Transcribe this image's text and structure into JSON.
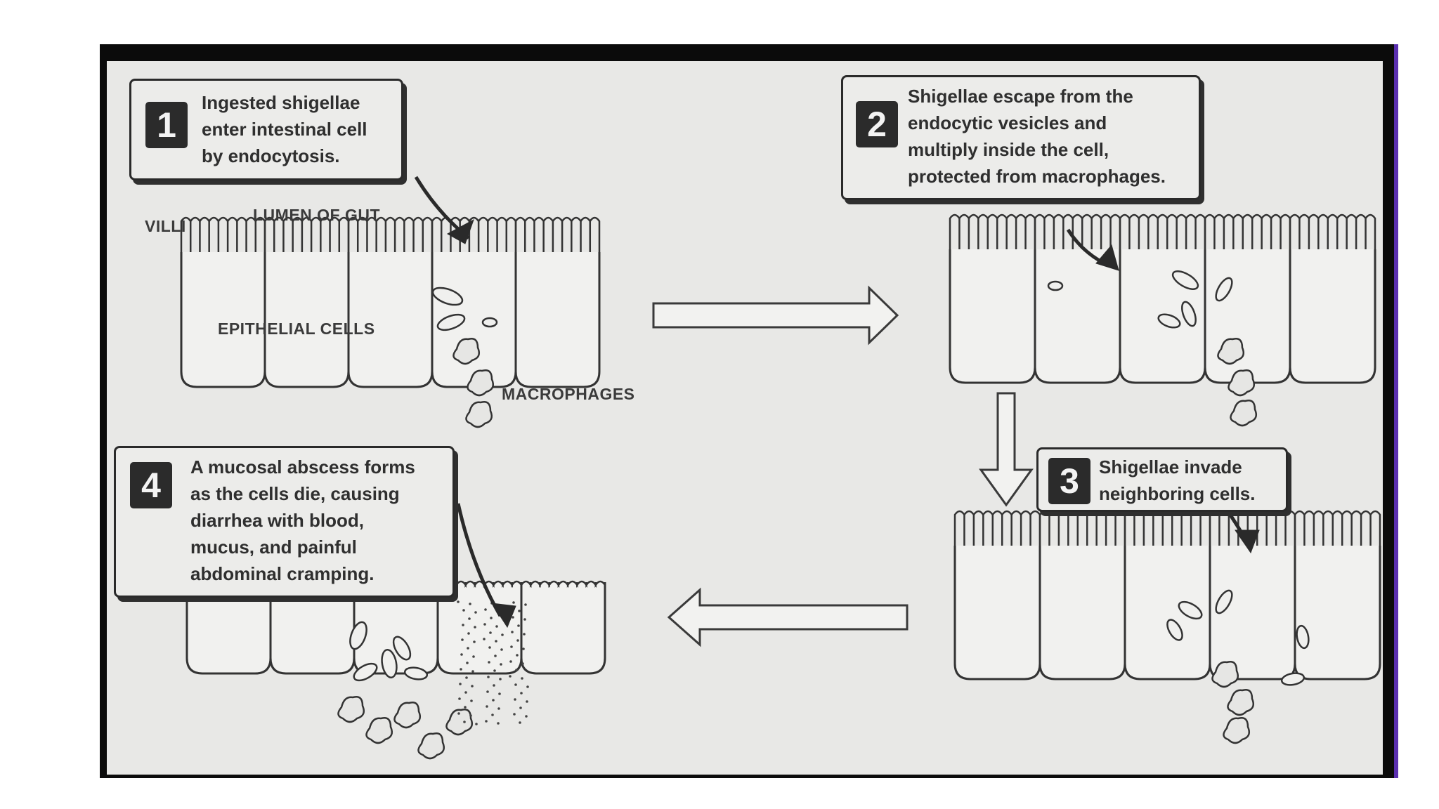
{
  "steps": [
    {
      "number": "1",
      "text": "Ingested shigellae\nenter intestinal cell\nby endocytosis."
    },
    {
      "number": "2",
      "text": "Shigellae escape from the\nendocytic vesicles and\nmultiply inside the cell,\nprotected from macrophages."
    },
    {
      "number": "3",
      "text": "Shigellae invade\nneighboring cells."
    },
    {
      "number": "4",
      "text": "A mucosal abscess forms\nas the cells die, causing\ndiarrhea with blood,\nmucus, and painful\nabdominal cramping."
    }
  ],
  "labels": {
    "villi": "VILLI",
    "lumen": "LUMEN OF GUT",
    "epithelial": "EPITHELIAL CELLS",
    "macrophages": "MACROPHAGES"
  },
  "colors": {
    "frame": "#0b0b0b",
    "panel": "#e8e8e6",
    "ink": "#2a2a2a",
    "accent": "#5a2fb0"
  }
}
